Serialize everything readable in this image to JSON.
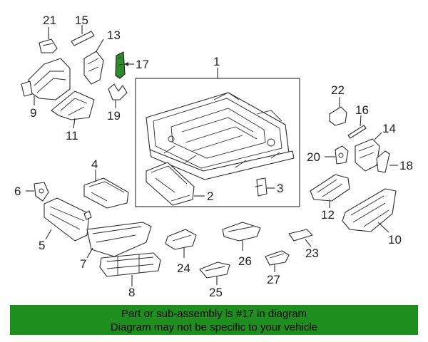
{
  "callouts": {
    "c1": "1",
    "c2": "2",
    "c3": "3",
    "c4": "4",
    "c5": "5",
    "c6": "6",
    "c7": "7",
    "c8": "8",
    "c9": "9",
    "c10": "10",
    "c11": "11",
    "c12": "12",
    "c13": "13",
    "c14": "14",
    "c15": "15",
    "c16": "16",
    "c17": "17",
    "c18": "18",
    "c19": "19",
    "c20": "20",
    "c21": "21",
    "c22": "22",
    "c23": "23",
    "c24": "24",
    "c25": "25",
    "c26": "26",
    "c27": "27"
  },
  "highlighted_part": "17",
  "colors": {
    "highlight": "#2e8b2e",
    "footer_bg": "#1e8f1e",
    "line": "#2a2a2a"
  },
  "footer": {
    "line1": "Part or sub-assembly is #17 in diagram",
    "line2": "Diagram may not be specific to your vehicle"
  }
}
